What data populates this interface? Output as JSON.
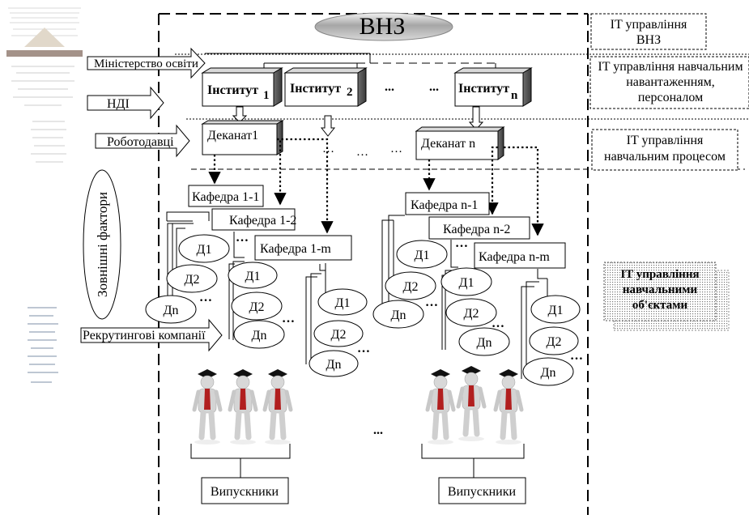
{
  "title": "ВНЗ",
  "levels": {
    "l1": [
      "IT управління",
      "ВНЗ"
    ],
    "l2": [
      "IT управління навчальним",
      "навантаженням,",
      "персоналом"
    ],
    "l3": [
      "IT управління",
      "навчальним процесом"
    ],
    "l4": [
      "IT управління",
      "навчальними",
      "об'єктами"
    ]
  },
  "external": {
    "ministry": "Міністерство освіти",
    "nii": "НДІ",
    "employers": "Роботодавці",
    "factors": "Зовнішні фактори",
    "recruiting": "Рекрутингові компанії"
  },
  "institutes": [
    {
      "label": "Інститут",
      "sub": "1"
    },
    {
      "label": "Інститут",
      "sub": "2"
    },
    {
      "label": "Інститут",
      "sub": "n"
    }
  ],
  "deaneries": [
    "Деканат1",
    "Деканат n"
  ],
  "departments": [
    "Кафедра 1-1",
    "Кафедра 1-2",
    "Кафедра 1-m",
    "Кафедра n-1",
    "Кафедра n-2",
    "Кафедра n-m"
  ],
  "docs": [
    "Д1",
    "Д2",
    "Дn"
  ],
  "ellipsis": "...",
  "dots": "…",
  "graduates": "Випускники"
}
